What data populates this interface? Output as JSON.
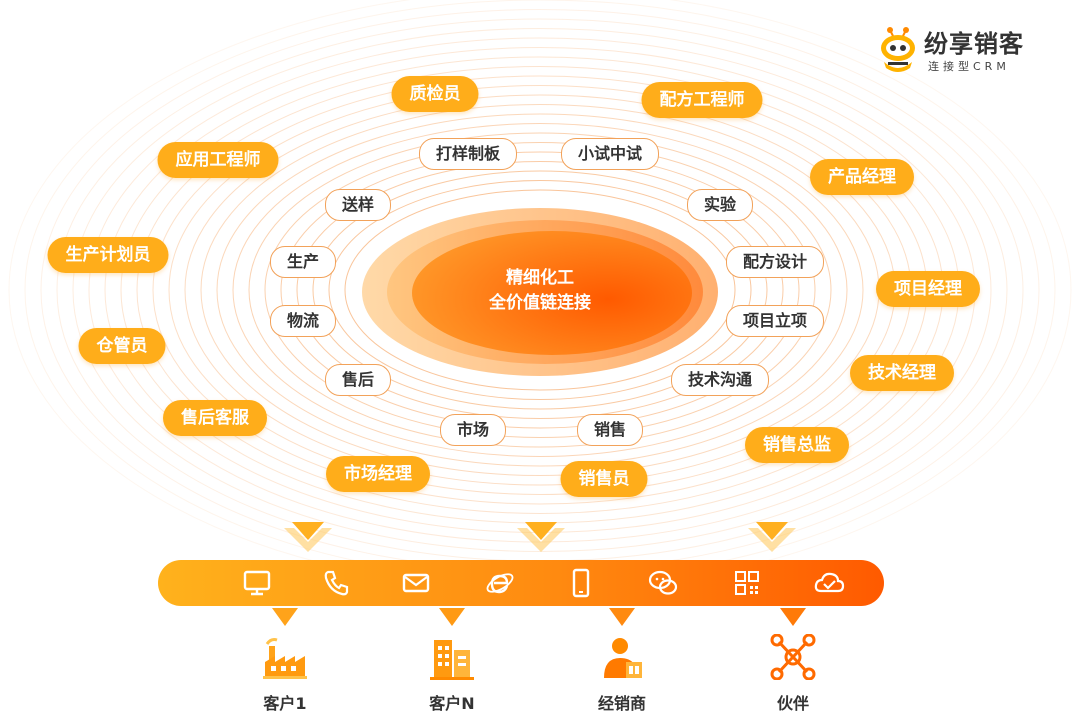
{
  "brand": {
    "name": "纷享销客",
    "sub": "连接型CRM",
    "color": "#ff8a00"
  },
  "center": {
    "line1": "精细化工",
    "line2": "全价值链连接"
  },
  "stages": [
    {
      "label": "打样制板"
    },
    {
      "label": "小试中试"
    },
    {
      "label": "送样"
    },
    {
      "label": "实验"
    },
    {
      "label": "生产"
    },
    {
      "label": "配方设计"
    },
    {
      "label": "物流"
    },
    {
      "label": "项目立项"
    },
    {
      "label": "售后"
    },
    {
      "label": "技术沟通"
    },
    {
      "label": "市场"
    },
    {
      "label": "销售"
    }
  ],
  "roles": [
    {
      "label": "质检员"
    },
    {
      "label": "配方工程师"
    },
    {
      "label": "应用工程师"
    },
    {
      "label": "产品经理"
    },
    {
      "label": "生产计划员"
    },
    {
      "label": "项目经理"
    },
    {
      "label": "仓管员"
    },
    {
      "label": "技术经理"
    },
    {
      "label": "售后客服"
    },
    {
      "label": "销售总监"
    },
    {
      "label": "市场经理"
    },
    {
      "label": "销售员"
    }
  ],
  "channels": [
    {
      "icon": "monitor-icon"
    },
    {
      "icon": "phone-icon"
    },
    {
      "icon": "mail-icon"
    },
    {
      "icon": "ie-browser-icon"
    },
    {
      "icon": "mobile-icon"
    },
    {
      "icon": "wechat-icon"
    },
    {
      "icon": "qrcode-icon"
    },
    {
      "icon": "cloud-check-icon"
    }
  ],
  "targets": [
    {
      "label": "客户1",
      "icon": "factory-icon"
    },
    {
      "label": "客户N",
      "icon": "building-icon"
    },
    {
      "label": "经销商",
      "icon": "dealer-icon"
    },
    {
      "label": "伙伴",
      "icon": "network-icon"
    }
  ],
  "colors": {
    "role": "#ffad1a",
    "stage_border": "#f2a25a",
    "center_dark": "#ff5a00",
    "center_light": "#ffb347",
    "ring": "#f7b27a"
  }
}
